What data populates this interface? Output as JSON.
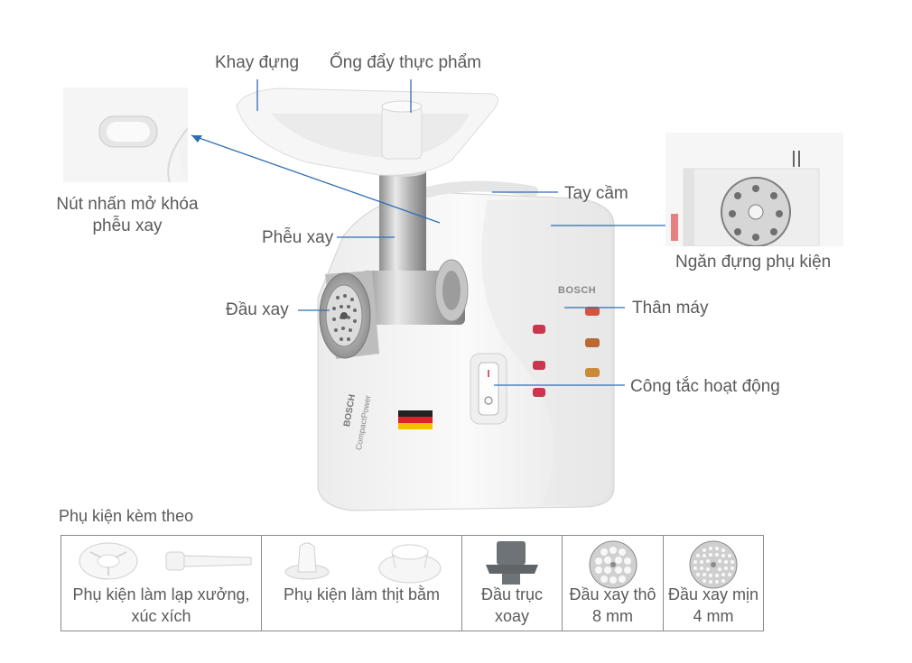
{
  "callouts": {
    "tray": "Khay đựng",
    "pusher": "Ống đẩy thực phẩm",
    "unlock_button_line1": "Nút nhấn mở khóa",
    "unlock_button_line2": "phễu xay",
    "handle": "Tay cầm",
    "funnel": "Phễu xay",
    "storage": "Ngăn đựng phụ kiện",
    "grinder_head": "Đầu xay",
    "body": "Thân máy",
    "power_switch": "Công tắc hoạt động"
  },
  "product": {
    "brand": "BOSCH",
    "model": "CompactPower"
  },
  "accessories": {
    "title": "Phụ kiện kèm theo",
    "items": [
      {
        "line1": "Phụ kiện làm lạp xưởng,",
        "line2": "xúc xích"
      },
      {
        "line1": "Phụ kiện làm thịt bằm",
        "line2": ""
      },
      {
        "line1": "Đầu trục",
        "line2": "xoay"
      },
      {
        "line1": "Đầu xay thô",
        "line2": "8 mm"
      },
      {
        "line1": "Đầu xay mịn",
        "line2": "4 mm"
      }
    ]
  },
  "colors": {
    "callout_line": "#2f6db5",
    "text": "#5a5a5a",
    "body_white": "#f7f7f7",
    "metal": "#b8b8b8"
  }
}
